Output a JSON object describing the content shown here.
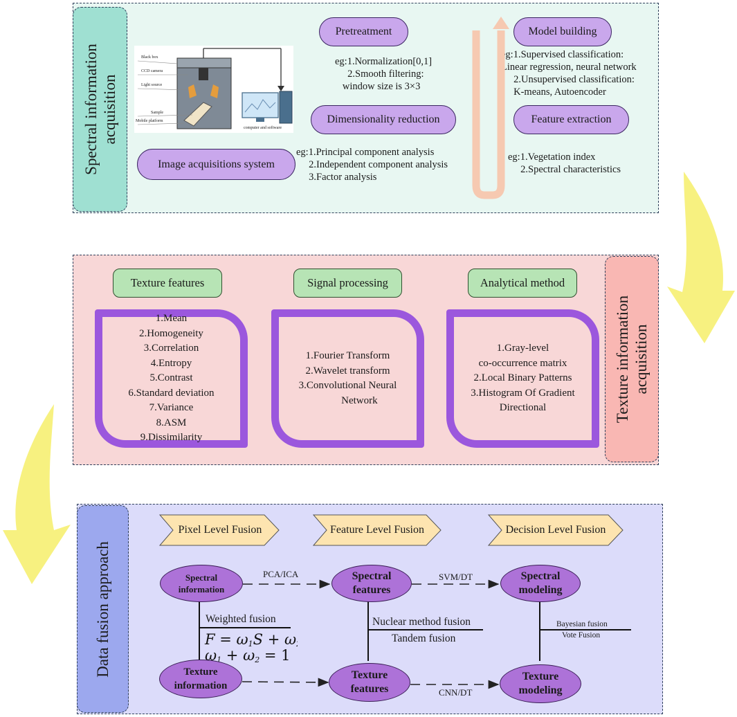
{
  "spectral": {
    "side_label": "Spectral information\nacquisition",
    "pretreatment": "Pretreatment",
    "pretreatment_note": "eg:1.Normalization[0,1]\n     2.Smooth filtering:\n   window size is 3×3",
    "dimensionality": "Dimensionality reduction",
    "dimensionality_note": "eg:1.Principal component analysis\n     2.Independent component analysis\n     3.Factor analysis",
    "image_system": "Image acquisitions system",
    "model_building": "Model building",
    "model_note": "eg:1.Supervised classification:\nLinear regression, neural network\n     2.Unsupervised classification:\n     K-means, Autoencoder",
    "feature_extraction": "Feature extraction",
    "feature_note": "eg:1.Vegetation index\n     2.Spectral characteristics",
    "apparatus_labels": [
      "Black box",
      "CCD camera",
      "Light source",
      "Sample",
      "Mobile platform"
    ],
    "computer_label": "computer and software"
  },
  "texture": {
    "side_label": "Texture information\nacquisition",
    "cols": [
      {
        "title": "Texture features",
        "items": "1.Mean\n2.Homogeneity\n3.Correlation\n4.Entropy\n5.Contrast\n6.Standard deviation\n7.Variance\n8.ASM\n9.Dissimilarity"
      },
      {
        "title": "Signal processing",
        "items": "1.Fourier Transform\n2.Wavelet transform\n3.Convolutional Neural\n         Network"
      },
      {
        "title": "Analytical method",
        "items": "1.Gray-level\nco-occurrence matrix\n2.Local Binary Patterns\n3.Histogram Of Gradient\nDirectional"
      }
    ]
  },
  "fusion": {
    "side_label": "Data fusion approach",
    "levels": [
      "Pixel Level Fusion",
      "Feature Level Fusion",
      "Decision Level Fusion"
    ],
    "nodes": {
      "spectral_info": "Spectral\ninformation",
      "spectral_features": "Spectral\nfeatures",
      "spectral_modeling": "Spectral\nmodeling",
      "texture_info": "Texture\ninformation",
      "texture_features": "Texture\nfeatures",
      "texture_modeling": "Texture\nmodeling"
    },
    "edges": {
      "pca_ica": "PCA/ICA",
      "svm_dt": "SVM/DT",
      "cnn_dt": "CNN/DT"
    },
    "weighted_fusion": "Weighted fusion",
    "nuclear_fusion": "Nuclear method fusion",
    "tandem_fusion": "Tandem fusion",
    "bayesian_fusion": "Bayesian fusion",
    "vote_fusion": "Vote Fusion"
  },
  "colors": {
    "spectral_bg": "#e8f7f2",
    "spectral_side": "#9fe0d2",
    "texture_bg": "#f8d7d7",
    "texture_side": "#f9b7b3",
    "fusion_bg": "#dcdcfa",
    "fusion_side": "#9ca8ee",
    "purple_frame": "#9b57dd",
    "node_fill": "#ad72d8",
    "chevron_fill": "#fde4b0",
    "yellow_arrow": "#f6ef6a",
    "u_arrow": "#f6c9b1"
  }
}
